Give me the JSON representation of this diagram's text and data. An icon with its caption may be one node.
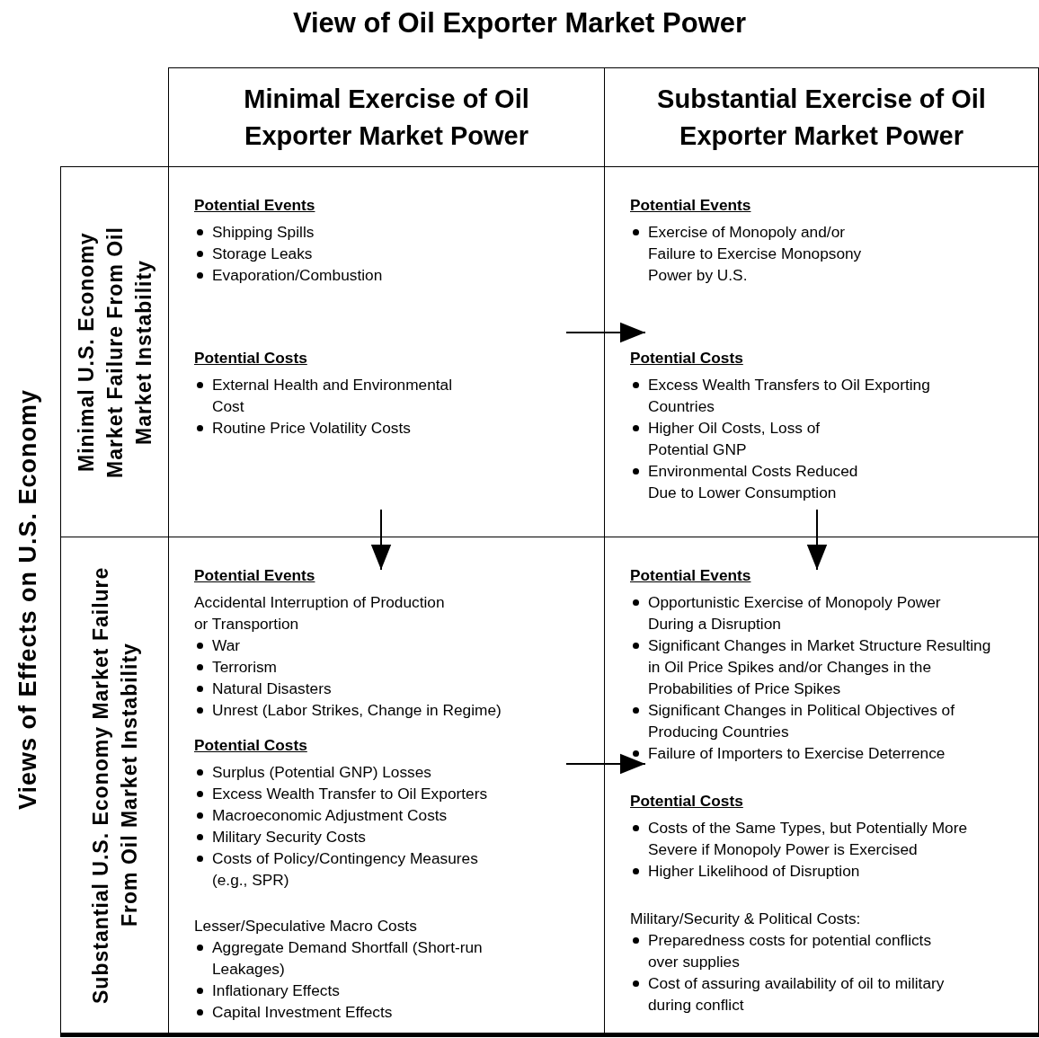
{
  "diagram": {
    "title": "View of Oil Exporter Market Power",
    "nodes": [
      {
        "text": [
          "Potential Events",
          "Shipping Spills",
          "Storage Leaks",
          "Evaporation/Combustion",
          "Potential Costs",
          "External Health and Environmental Cost",
          "Routine Price Volatility Costs"
        ]
      },
      {
        "text": [
          "Potential Events",
          "Exercise of Monopoly and/or Failure to Exercise Monopsony Power by U.S.",
          "Potential Costs",
          "Excess Wealth Transfers to Oil Exporting Countries",
          "Higher Oil Costs, Loss of Potential GNP",
          "Environmental Costs Reduced Due to Lower Consumption"
        ]
      },
      {
        "text": [
          "Potential Events",
          "Accidental Interruption of Production or Transportion",
          "War",
          "Terrorism",
          "Natural Disasters",
          "Unrest (Labor Strikes, Change in Regime)",
          "Potential Costs",
          "Surplus (Potential GNP) Losses",
          "Excess Wealth Transfer to Oil Exporters",
          "Macroeconomic Adjustment Costs",
          "Military Security Costs",
          "Costs of Policy/Contingency Measures (e.g., SPR)",
          "Lesser/Speculative Macro Costs",
          "Aggregate Demand Shortfall (Short-run Leakages)",
          "Inflationary Effects",
          "Capital Investment Effects"
        ]
      },
      {
        "text": [
          "Potential Events",
          "Opportunistic Exercise of Monopoly Power During a Disruption",
          "Significant Changes in Market Structure Resulting in Oil Price Spikes and/or Changes in the Probabilities of Price Spikes",
          "Significant Changes in Political Objectives of Producing Countries",
          "Failure of Importers to Exercise Deterrence",
          "Potential Costs",
          "Costs of the Same Types, but Potentially More Severe if Monopoly Power is Exercised",
          "Higher Likelihood of Disruption",
          "Military/Security & Political Costs:",
          "Preparedness costs for potential conflicts over supplies",
          "Cost of assuring availability of oil to military during conflict"
        ]
      }
    ],
    "edges": [
      {
        "from": 0,
        "to": 1,
        "arrow": "to"
      },
      {
        "from": 0,
        "to": 2,
        "arrow": "to"
      },
      {
        "from": 1,
        "to": 3,
        "arrow": "to"
      },
      {
        "from": 2,
        "to": 3,
        "arrow": "to"
      }
    ],
    "labels": [
      "Minimal Exercise of Oil Exporter Market Power",
      "Substantial Exercise of Oil Exporter Market Power",
      "Views of Effects on U.S. Economy",
      "Minimal U.S. Economy Market Failure From Oil Market Instability",
      "Substantial U.S. Economy Market Failure From Oil Market Instability"
    ]
  }
}
